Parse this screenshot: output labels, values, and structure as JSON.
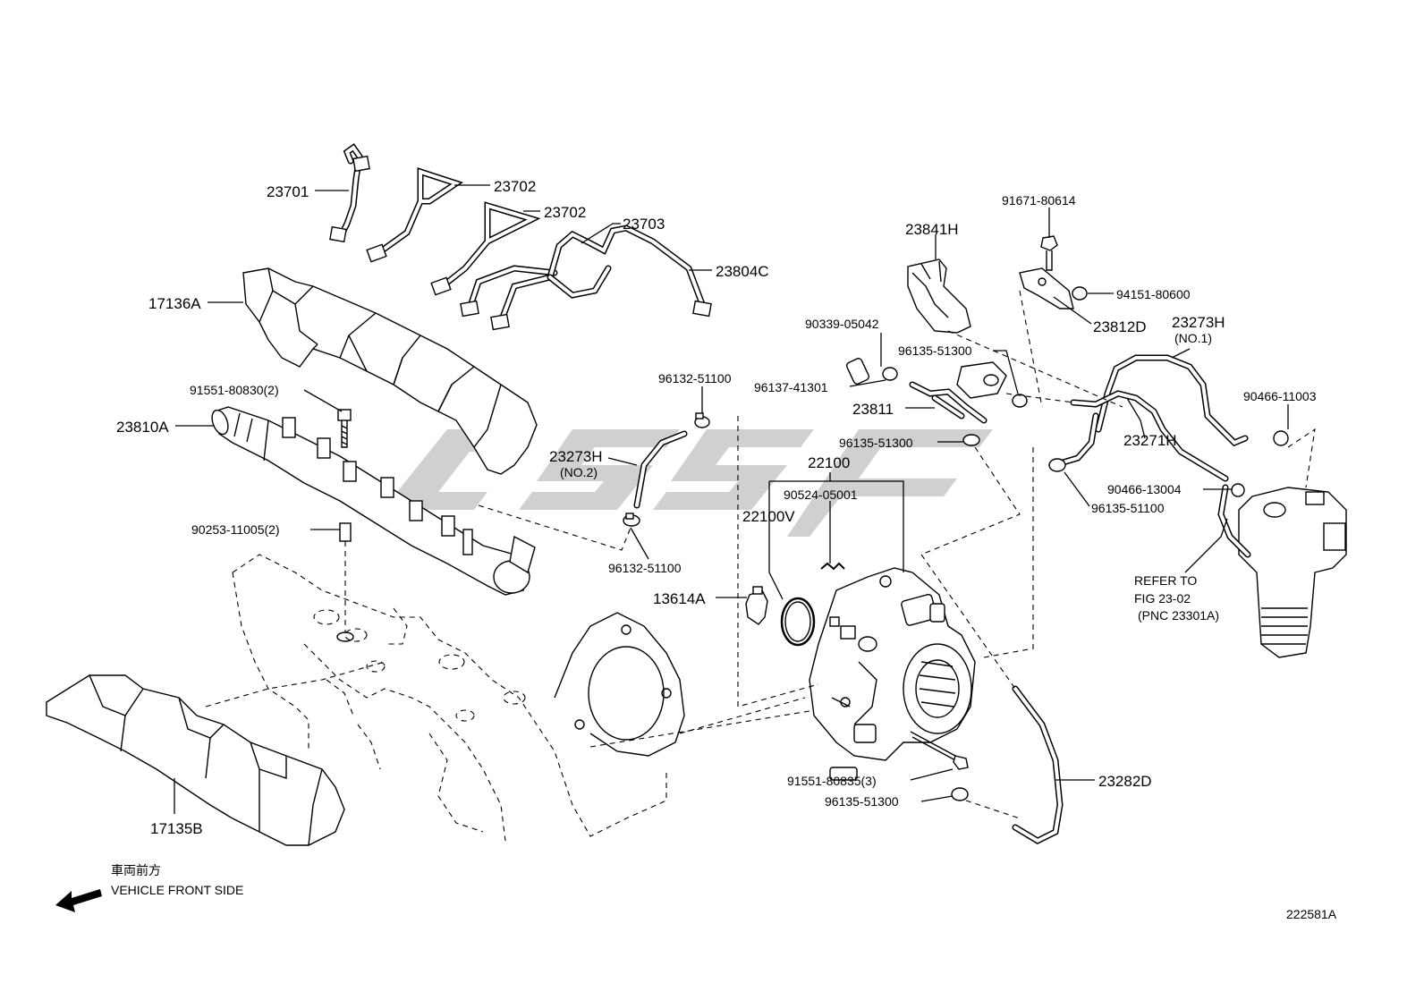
{
  "labels": {
    "p23701": "23701",
    "p23702a": "23702",
    "p23702b": "23702",
    "p23703": "23703",
    "p23804C": "23804C",
    "p17136A": "17136A",
    "p91551_80830": "91551-80830(2)",
    "p23810A": "23810A",
    "p90253": "90253-11005(2)",
    "p17135B": "17135B",
    "p96132_top": "96132-51100",
    "p23273H_no2": "23273H",
    "no2": "(NO.2)",
    "p96132_bot": "96132-51100",
    "p13614A": "13614A",
    "p22100": "22100",
    "p90524": "90524-05001",
    "p22100V": "22100V",
    "p90339": "90339-05042",
    "p96137": "96137-41301",
    "p96135_top": "96135-51300",
    "p23811": "23811",
    "p96135_mid": "96135-51300",
    "p23841H": "23841H",
    "p91671": "91671-80614",
    "p94151": "94151-80600",
    "p23812D": "23812D",
    "p23273H_no1": "23273H",
    "no1": "(NO.1)",
    "p90466_11003": "90466-11003",
    "p23271H": "23271H",
    "p90466_13004": "90466-13004",
    "p96135_51100": "96135-51100",
    "refer1": "REFER TO",
    "refer2": "FIG 23-02",
    "refer3": "(PNC 23301A)",
    "p91551_80835": "91551-80835(3)",
    "p96135_bot": "96135-51300",
    "p23282D": "23282D"
  },
  "footer": {
    "jp": "車両前方",
    "front": "VEHICLE FRONT SIDE",
    "fig_id": "222581A"
  },
  "icons": {
    "front_arrow": "arrow-left-down-icon"
  },
  "colors": {
    "line": "#000000",
    "background": "#ffffff",
    "watermark": "#c8c8c8"
  }
}
